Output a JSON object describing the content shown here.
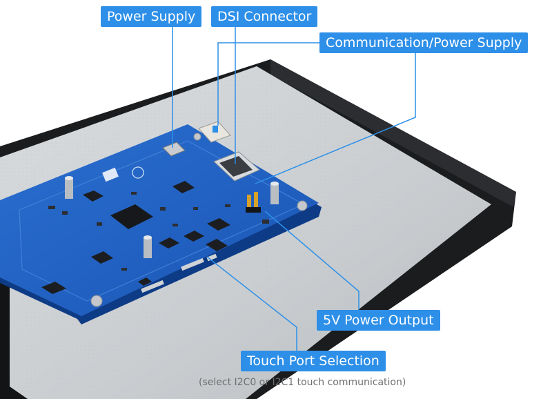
{
  "callouts": {
    "power_supply": "Power Supply",
    "dsi_connector": "DSI Connector",
    "communication_power_supply": "Communication/Power Supply",
    "five_v_power_output": "5V Power Output",
    "touch_port_selection": "Touch Port Selection"
  },
  "notes": {
    "touch_port_detail": "(select I2C0 or I2C1 touch communication)"
  },
  "colors": {
    "callout_bg": "#2d8fe8",
    "leader_line": "#2d8fe8",
    "pcb": "#1e5fc2",
    "screen_surface": "#cfd3d6",
    "bezel": "#1b1c1e"
  }
}
